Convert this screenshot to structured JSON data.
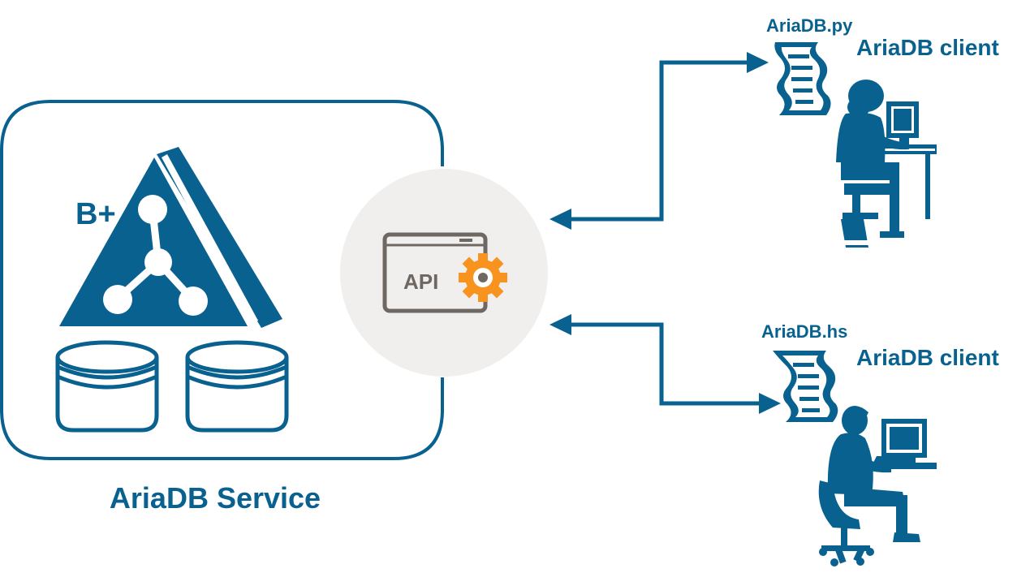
{
  "diagram": {
    "service": {
      "label": "AriaDB Service",
      "tree_label": "B+"
    },
    "api": {
      "label": "API"
    },
    "clients": [
      {
        "file": "AriaDB.py",
        "label": "AriaDB client"
      },
      {
        "file": "AriaDB.hs",
        "label": "AriaDB client"
      }
    ]
  },
  "colors": {
    "primary": "#08618f",
    "api_circle": "#f1efed",
    "api_window": "#6f6862",
    "gear": "#f7931e"
  }
}
